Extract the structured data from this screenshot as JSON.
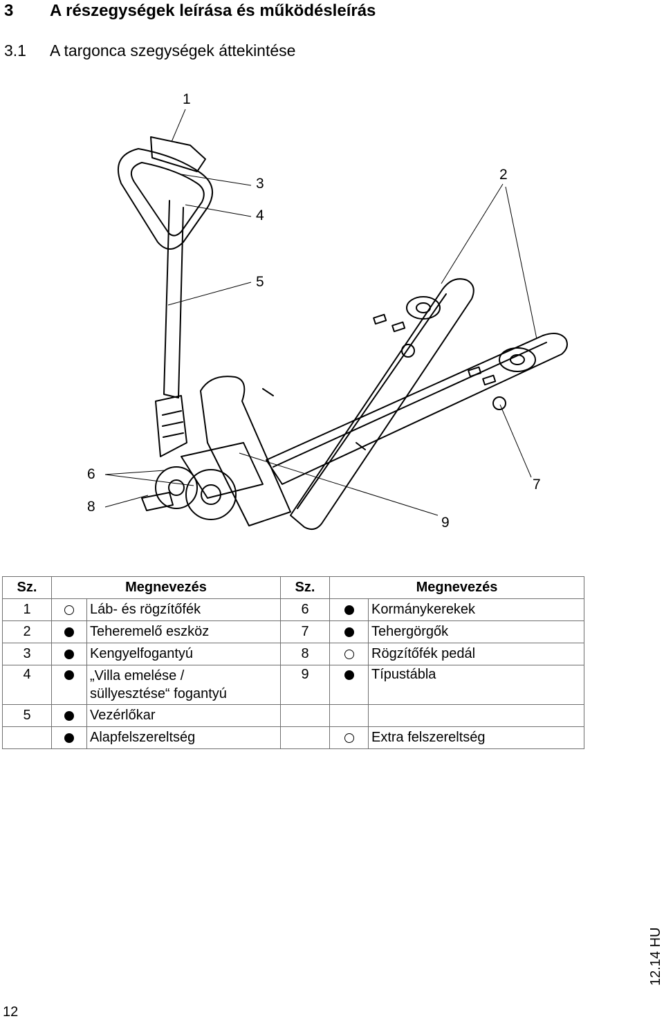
{
  "heading": {
    "number": "3",
    "title": "A részegységek leírása és működésleírás"
  },
  "subheading": {
    "number": "3.1",
    "title": "A targonca szegységek áttekintése"
  },
  "figure_callouts": [
    "1",
    "2",
    "3",
    "4",
    "5",
    "6",
    "7",
    "8",
    "9"
  ],
  "table": {
    "headers": {
      "no": "Sz.",
      "name": "Megnevezés",
      "no2": "Sz.",
      "name2": "Megnevezés"
    },
    "rows": [
      {
        "no": "1",
        "marker": "ring",
        "name": "Láb- és rögzítőfék",
        "no2": "6",
        "marker2": "dot",
        "name2": "Kormánykerekek"
      },
      {
        "no": "2",
        "marker": "dot",
        "name": "Teheremelő eszköz",
        "no2": "7",
        "marker2": "dot",
        "name2": "Tehergörgők"
      },
      {
        "no": "3",
        "marker": "dot",
        "name": "Kengyelfogantyú",
        "no2": "8",
        "marker2": "ring",
        "name2": "Rögzítőfék pedál"
      },
      {
        "no": "4",
        "marker": "dot",
        "name_line1": "„Villa emelése /",
        "name_line2": "süllyesztése“ fogantyú",
        "no2": "9",
        "marker2": "dot",
        "name2": "Típustábla"
      },
      {
        "no": "5",
        "marker": "dot",
        "name": "Vezérlőkar",
        "no2": "",
        "marker2": "",
        "name2": ""
      },
      {
        "no": "",
        "marker": "dot",
        "name": "Alapfelszereltség",
        "no2": "",
        "marker2": "ring",
        "name2": "Extra felszereltség"
      }
    ]
  },
  "footer": {
    "page": "12",
    "version": "12.14 HU"
  }
}
